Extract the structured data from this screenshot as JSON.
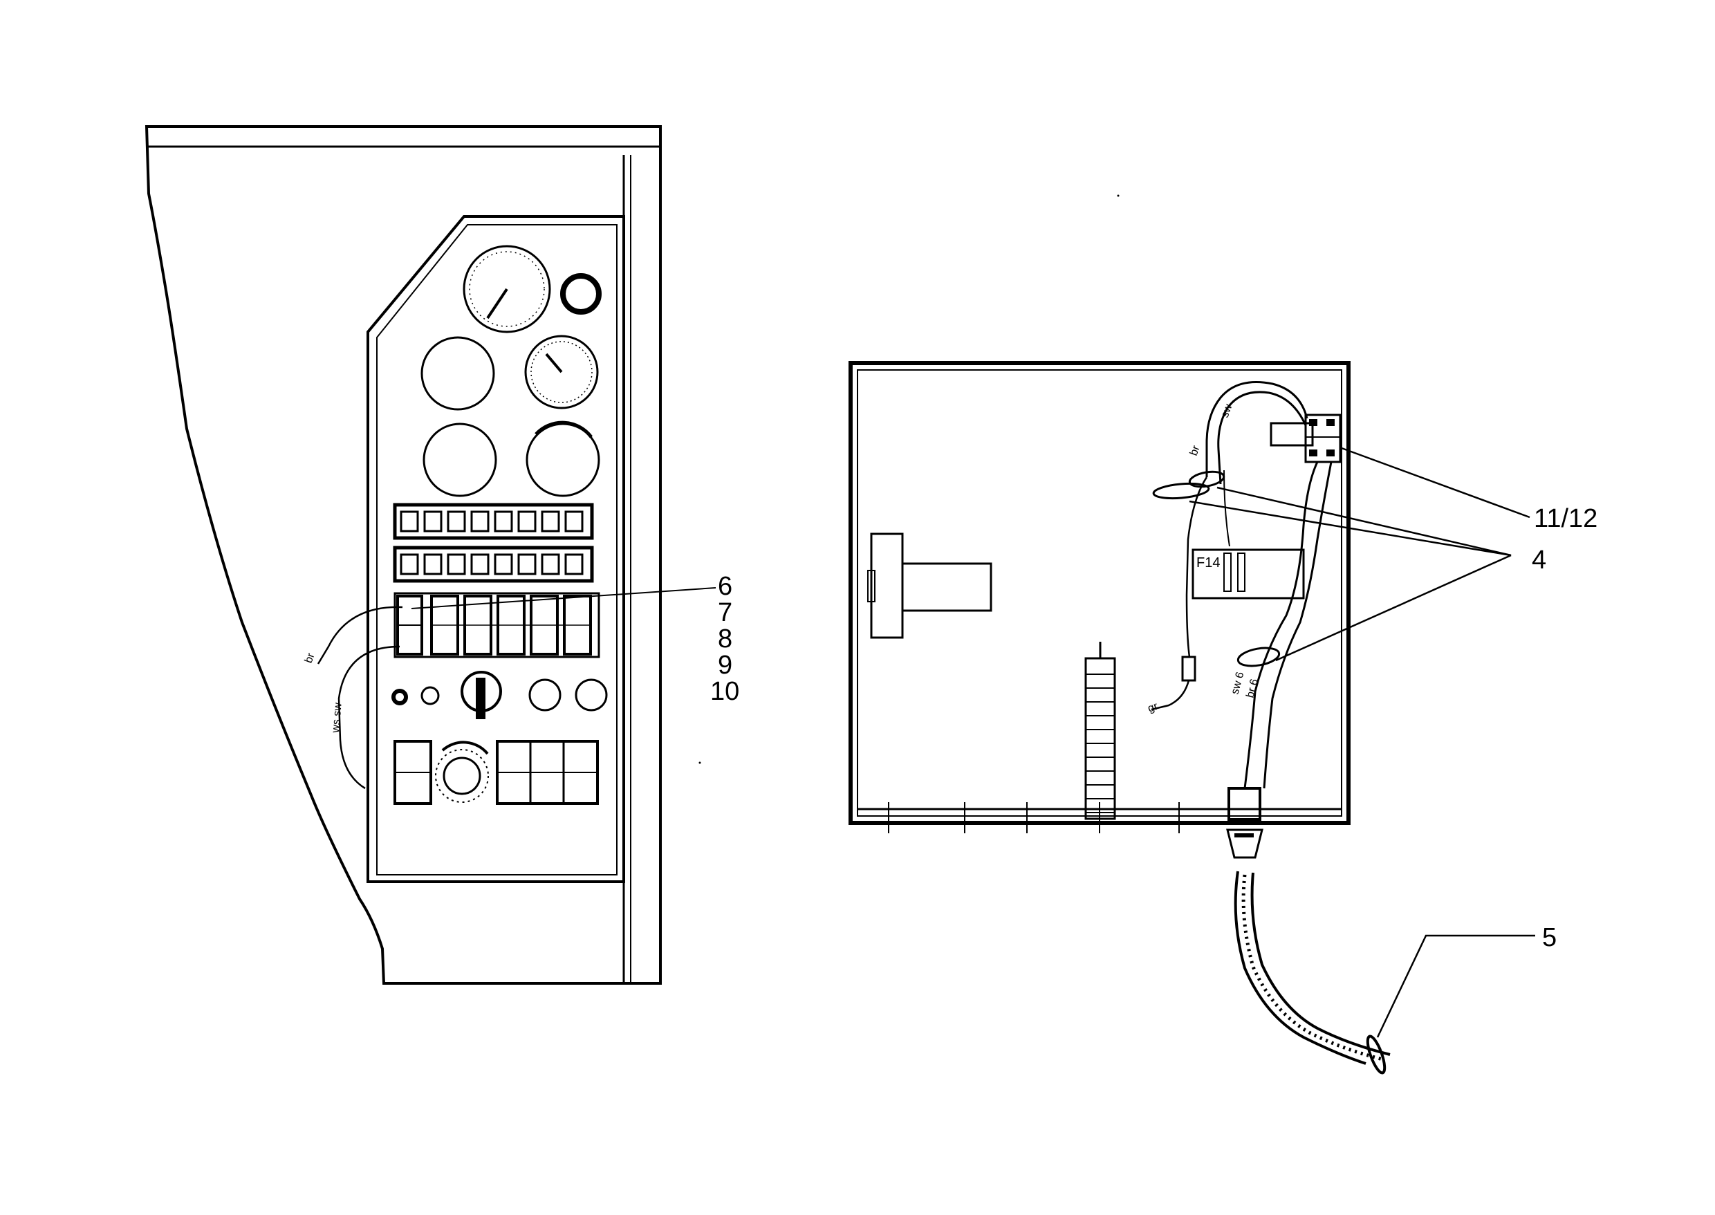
{
  "callouts": {
    "c6": "6",
    "c7": "7",
    "c8": "8",
    "c9": "9",
    "c10": "10",
    "c11_12": "11/12",
    "c4": "4",
    "c5": "5"
  },
  "wire_labels": {
    "box_block": "F14"
  }
}
